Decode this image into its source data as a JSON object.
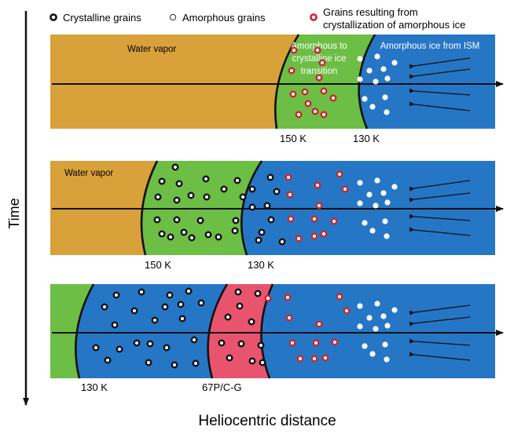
{
  "legend": {
    "crystalline": "Crystalline grains",
    "amorphous": "Amorphous grains",
    "resulting_line1": "Grains resulting from",
    "resulting_line2": "crystallization of amorphous ice"
  },
  "axes": {
    "y_label": "Time",
    "x_label": "Heliocentric distance"
  },
  "panels": [
    {
      "water_vapor_label": "Water vapor",
      "transition_line1": "Amorphous to",
      "transition_line2": "crystalline ice",
      "transition_line3": "transition",
      "ism_label": "Amorphous ice from ISM",
      "boundary_labels": [
        "150 K",
        "130 K"
      ]
    },
    {
      "water_vapor_label": "Water vapor",
      "boundary_labels": [
        "150 K",
        "130 K"
      ]
    },
    {
      "boundary_labels": [
        "130 K",
        "67P/C-G"
      ]
    }
  ],
  "colors": {
    "water_vapor": "#D9A13A",
    "crystalline_zone": "#6CBE45",
    "ism_zone": "#2676C6",
    "comet_zone": "#E8546E",
    "red_ring": "#C8282D",
    "boundary": "#111111"
  }
}
